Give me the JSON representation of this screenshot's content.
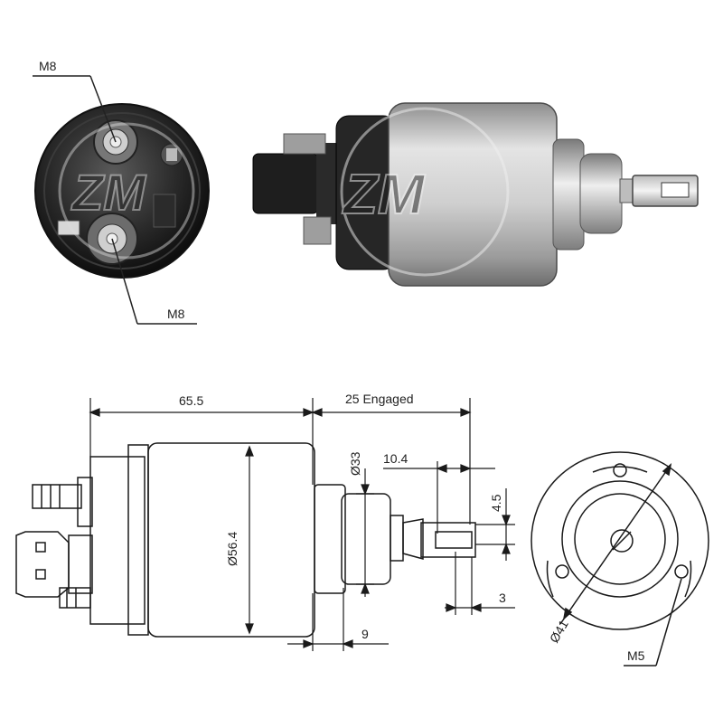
{
  "photo": {
    "end_view": {
      "label_top": "M8",
      "label_bottom": "M8"
    },
    "watermark": "ZM"
  },
  "drawing": {
    "dims": {
      "body_length": "65.5",
      "engaged_stroke": "25 Engaged",
      "boss_dia": "Ø33",
      "body_dia": "Ø56.4",
      "plunger_len": "10.4",
      "slot_width": "4.5",
      "slot_offset": "3",
      "boss_len": "9"
    },
    "end_view": {
      "bolt_circle": "Ø41",
      "thread": "M5"
    }
  },
  "colors": {
    "line": "#1a1a1a",
    "photo_dark": "#1c1c1c",
    "photo_metal": "#c9c9c9"
  }
}
